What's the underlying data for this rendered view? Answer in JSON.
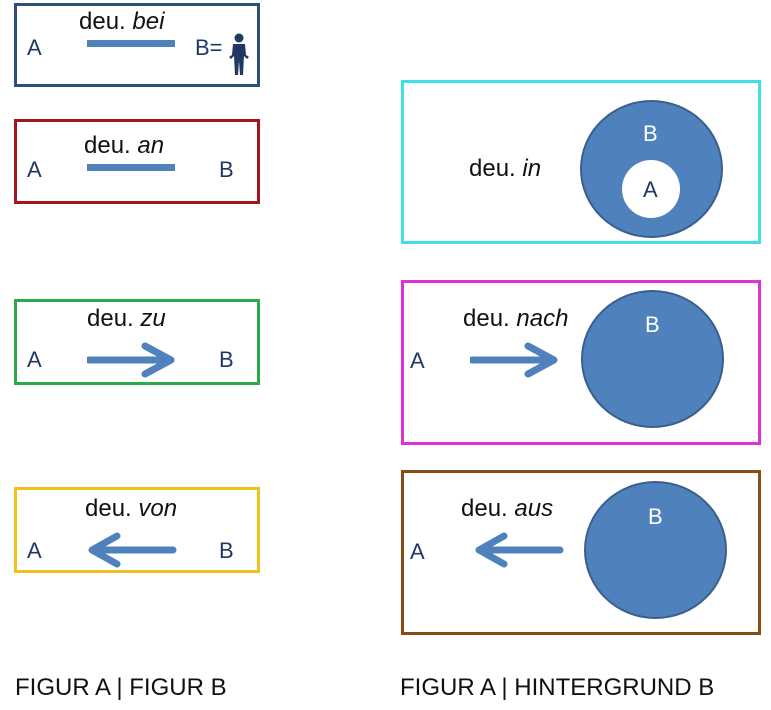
{
  "colors": {
    "blue": "#4f81bd",
    "bei": "#2e4f7a",
    "an": "#a0161c",
    "zu": "#2ea848",
    "von": "#f2c21a",
    "in": "#3ee0e6",
    "nach": "#e031d6",
    "aus": "#8b4a13"
  },
  "left": {
    "bei": {
      "prefix": "deu.",
      "word": "bei",
      "a": "A",
      "b": "B="
    },
    "an": {
      "prefix": "deu.",
      "word": "an",
      "a": "A",
      "b": "B"
    },
    "zu": {
      "prefix": "deu.",
      "word": "zu",
      "a": "A",
      "b": "B"
    },
    "von": {
      "prefix": "deu.",
      "word": "von",
      "a": "A",
      "b": "B"
    }
  },
  "right": {
    "in": {
      "prefix": "deu.",
      "word": "in",
      "inner": "A",
      "circle": "B"
    },
    "nach": {
      "prefix": "deu.",
      "word": "nach",
      "a": "A",
      "circle": "B"
    },
    "aus": {
      "prefix": "deu.",
      "word": "aus",
      "a": "A",
      "circle": "B"
    }
  },
  "captions": {
    "left": "FIGUR A | FIGUR B",
    "right": "FIGUR A | HINTERGRUND B"
  }
}
